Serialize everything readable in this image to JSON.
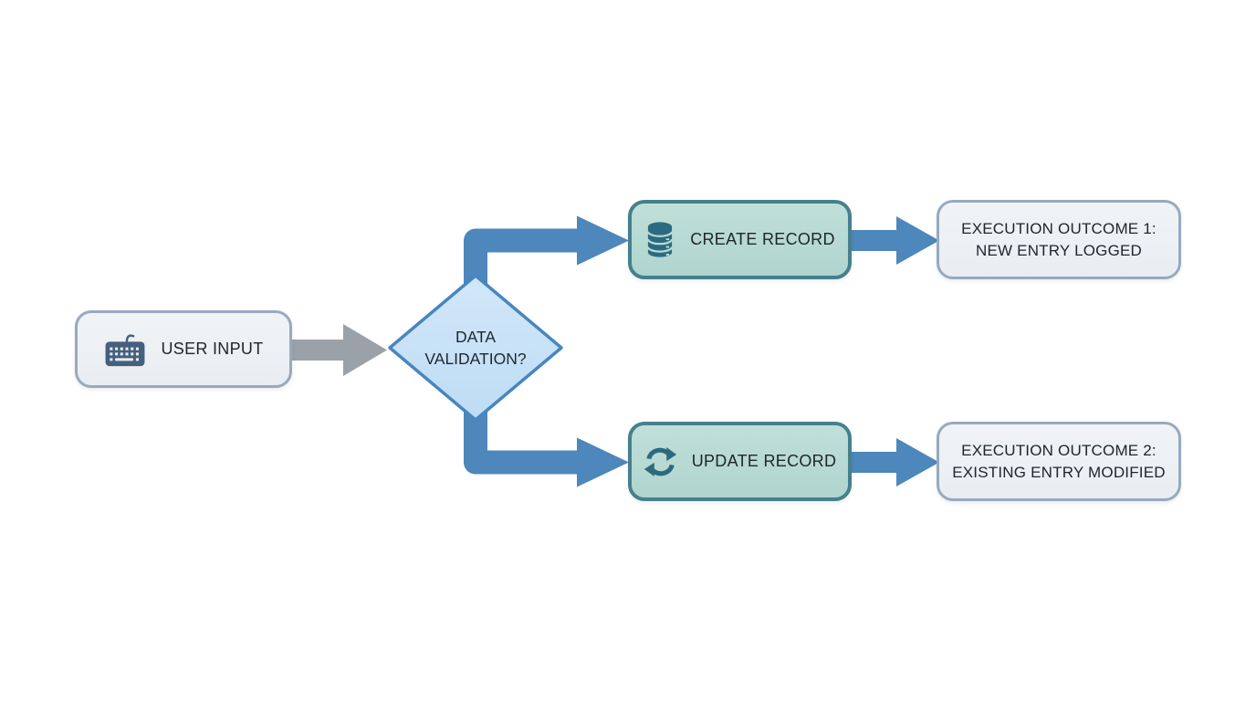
{
  "colors": {
    "background": "#ffffff",
    "arrow_blue": "#4d87bb",
    "arrow_gray": "#9ba1a8",
    "diamond_fill": "#c9e3f8",
    "diamond_border": "#4886c0",
    "neutral_box_fill": "#edf0f4",
    "neutral_box_border": "#97aabe",
    "teal_box_fill": "#b8dbd6",
    "teal_box_border": "#45808e",
    "icon_teal": "#2c6b7f",
    "icon_slate": "#44607d",
    "text": "#20262c"
  },
  "nodes": {
    "user_input": {
      "label": "USER INPUT",
      "icon": "keyboard-icon"
    },
    "data_validation": {
      "line1": "DATA",
      "line2": "VALIDATION?"
    },
    "create_record": {
      "label": "CREATE RECORD",
      "icon": "database-icon"
    },
    "update_record": {
      "label": "UPDATE RECORD",
      "icon": "sync-icon"
    },
    "outcome_1": {
      "line1": "EXECUTION OUTCOME 1:",
      "line2": "NEW ENTRY LOGGED"
    },
    "outcome_2": {
      "line1": "EXECUTION OUTCOME 2:",
      "line2": "EXISTING ENTRY MODIFIED"
    }
  },
  "edges": [
    {
      "from": "user_input",
      "to": "data_validation",
      "style": "gray-straight"
    },
    {
      "from": "data_validation",
      "to": "create_record",
      "style": "blue-elbow-up"
    },
    {
      "from": "data_validation",
      "to": "update_record",
      "style": "blue-elbow-down"
    },
    {
      "from": "create_record",
      "to": "outcome_1",
      "style": "blue-straight"
    },
    {
      "from": "update_record",
      "to": "outcome_2",
      "style": "blue-straight"
    }
  ]
}
